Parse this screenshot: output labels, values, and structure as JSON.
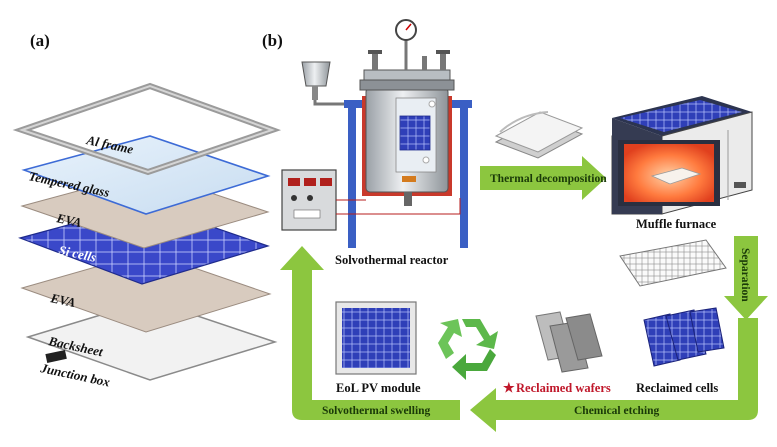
{
  "panels": {
    "a": "(a)",
    "b": "(b)"
  },
  "layers": {
    "frame": "Al frame",
    "glass": "Tempered glass",
    "eva_top": "EVA",
    "cells": "Si cells",
    "eva_bottom": "EVA",
    "backsheet": "Backsheet",
    "junction_box": "Junction box"
  },
  "equipment": {
    "reactor": "Solvothermal reactor",
    "furnace": "Muffle furnace"
  },
  "materials": {
    "eol_module": "EoL PV module",
    "wafers": "Reclaimed wafers",
    "cells": "Reclaimed cells"
  },
  "steps": {
    "thermal": "Thermal decomposition",
    "separation": "Separation",
    "etching": "Chemical etching",
    "swelling": "Solvothermal swelling"
  },
  "colors": {
    "arrow_green": "#8cc63f",
    "cell_blue": "#3646c8",
    "frame_blue": "#3d6bd6",
    "wafer_gray": "#9a9a9a",
    "furnace_glow": "#ff6a3a",
    "wafer_star": "#d0142a"
  }
}
